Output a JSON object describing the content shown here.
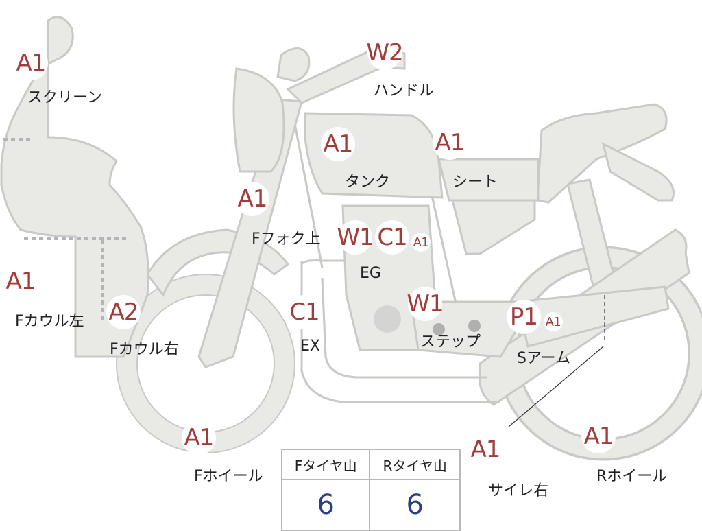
{
  "badges": [
    {
      "id": "screen",
      "code": "A1"
    },
    {
      "id": "handle",
      "code": "W2"
    },
    {
      "id": "tank",
      "code": "A1"
    },
    {
      "id": "seat",
      "code": "A1"
    },
    {
      "id": "ffork",
      "code": "A1"
    },
    {
      "id": "eg-w1",
      "code": "W1"
    },
    {
      "id": "eg-c1",
      "code": "C1"
    },
    {
      "id": "eg-a1",
      "code": "A1"
    },
    {
      "id": "fcowl-left",
      "code": "A1"
    },
    {
      "id": "fcowl-right",
      "code": "A2"
    },
    {
      "id": "ex",
      "code": "C1"
    },
    {
      "id": "step",
      "code": "W1"
    },
    {
      "id": "sarm-p1",
      "code": "P1"
    },
    {
      "id": "sarm-a1",
      "code": "A1"
    },
    {
      "id": "fwheel",
      "code": "A1"
    },
    {
      "id": "muffler-right",
      "code": "A1"
    },
    {
      "id": "rwheel",
      "code": "A1"
    }
  ],
  "labels": {
    "screen": "スクリーン",
    "handle": "ハンドル",
    "tank": "タンク",
    "seat": "シート",
    "ffork": "Fフォク上",
    "eg": "EG",
    "fcowl_left": "Fカウル左",
    "fcowl_right": "Fカウル右",
    "ex": "EX",
    "step": "ステップ",
    "sarm": "Sアーム",
    "fwheel": "Fホイール",
    "muffler_right": "サイレ右",
    "rwheel": "Rホイール"
  },
  "tire_table": {
    "headers": [
      "Fタイヤ山",
      "Rタイヤ山"
    ],
    "values": [
      "6",
      "6"
    ]
  }
}
